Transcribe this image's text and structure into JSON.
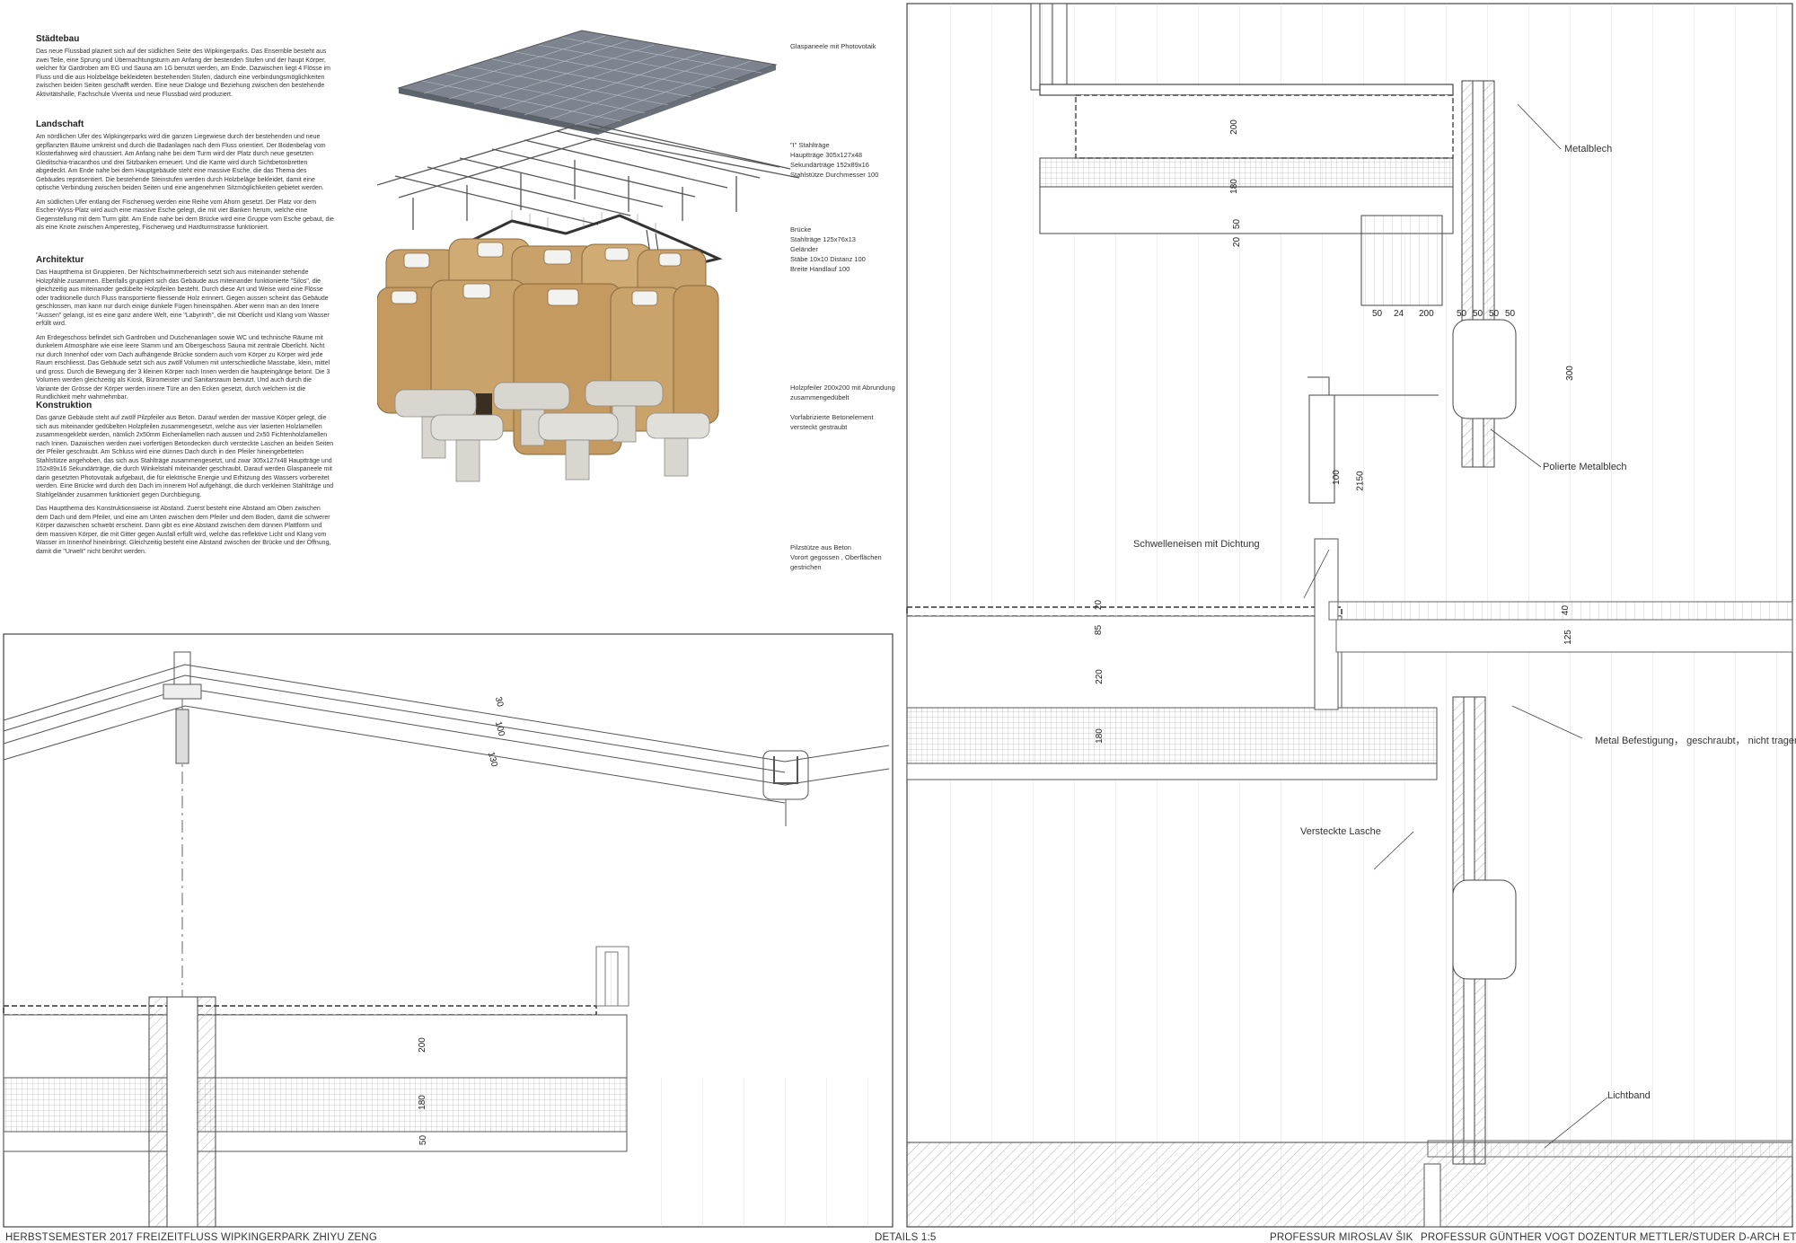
{
  "text": {
    "staedtebau": {
      "title": "Städtebau",
      "body": "Das neue Flussbad plaziert sich auf der südlichen Seite des Wipkingerparks. Das Ensemble besteht aus zwei Teile, eine Sprung und Übernachtungsturm am Anfang der bestenden Stufen und der haupt Körper, welcher für Gardroben am EG und Sauna am 1G benutzt werden, am Ende. Dazwischen liegt 4 Flösse im Fluss und die aus Holzbeläge bekleideten bestehenden Stufen, dadurch eine verbindungsmöglichkeiten zwischen beiden Seiten geschafft werden. Eine neue Dialoge und Beziehung zwischen den bestehende Aktivitätshalle, Fachschule Viventa und neue Flussbad wird produziert."
    },
    "landschaft": {
      "title": "Landschaft",
      "body1": "Am nördlichen Ufer des Wipkingerparks wird die ganzen Liegewiese durch der bestehenden und neue gepflanzten Bäume umkreist und durch die Badanlagen nach dem Fluss orientiert. Der Bodenbelag vom Klosterfahrweg wird chaussiert. Am Anfang nahe bei dem Turm wird der Platz durch neue gesetzten Gleditschia-triacanthos und drei Sitzbanken erneuert. Und die Kante wird durch Sichtbetonbretten abgedeckt. Am Ende nahe bei dem Hauptgebäude steht eine massive Esche, die das Thema des Gebäudes repräsentiert. Die bestehende Steinstufen werden durch Holzbeläge bekleidet, damit eine optische Verbindung zwischen beiden Seiten und eine angenehmen Sitzmöglichkeiten gebietet werden.",
      "body2": "Am südlichen Ufer entlang der Fischerweg werden eine Reihe vom Ahorn gesetzt. Der Platz vor dem Escher-Wyss-Platz wird auch eine massive Esche gelegt, die mit vier Banken herum, welche eine Gegenstellung mit dem Turm gibt. Am Ende nahe bei dem Brücke wird eine Gruppe vom Esche gebaut, die als eine Knote zwischen Amperesteg, Fischerweg und Hardturmstrasse funktioniert."
    },
    "architektur": {
      "title": "Architektur",
      "body1": "Das Hauptthema ist Gruppieren. Der Nichtschwimmerbereich setzt sich aus miteinander stehende Holzpfähle zusammen. Ebenfalls gruppiert sich das Gebäude aus miteinander funktionierte \"Silos\", die gleichzeitig aus miteinander gedübelte Holzpfeilen besteht. Durch diese Art und Weise wird eine Flösse oder traditionelle durch Fluss transportierte fliessende Holz erinnert. Gegen aussen scheint das Gebäude geschlossen, man kann nur durch einige dunkele Fügen hineinspähen. Aber wenn man an den Innere \"Aussen\" gelangt, ist es eine ganz andere Welt, eine \"Labyrinth\", die mit Oberlicht und Klang vom Wasser erfüllt wird.",
      "body2": "Am Erdegeschoss befindet sich Gardroben und Duschenanlagen sowie WC und technische Räume mit dunkelem Atmosphäre wie eine leere Stamm und am Obergeschoss Sauna mit zentrale Oberlicht. Nicht nur durch Innenhof oder vom Dach aufhängende Brücke sondern auch vom Körper zu Körper wird jede Raum erschliesst. Das Gebäude setzt sich aus zwölf Volumen mit unterschiedliche Masstabe, klein, mittel und gross. Durch die Bewegung der 3 kleinen Körper nach Innen werden die haupteingänge betont. Die 3 Volumen werden gleichzeitig als Kiosk, Büromeister und Sanitarsraum benutzt. Und auch durch die Variante der Grösse der Körper werden innere Türe an den Ecken gesetzt, durch welchem ist die Rundlichkeit mehr wahrnehmbar."
    },
    "konstruktion": {
      "title": "Konstruktion",
      "body1": "Das ganze Gebäude steht auf zwölf Pilzpfeiler aus Beton. Darauf werden der massive Körper gelegt, die sich aus miteinander gedübelten Holzpfeilen zusammengesetzt, welche aus vier lasierten Holzlamellen zusammengeklebt werden, nämlich 2x50mm Eichenlamellen nach aussen und 2x50 Fichtenholzlamellen nach Innen. Dazwischen werden zwei vorfertigen Betondecken durch versteckte Laschen an beiden Seiten der Pfeiler geschraubt. Am Schluss wird eine dünnes Dach durch in den Pfeiler hineingebetteten Stahlstütze angehoben, das sich aus Stahlträge zusammengesetzt, und zwar 305x127x48 Hauptträge und 152x89x16 Sekundärträge, die durch Winkelstahl miteinander geschraubt. Darauf werden Glaspaneele mit darin gesetzten Photovotaik aufgebaut, die für elektrische Energie und Erhitzung des Wassers vorbereitet werden. Eine Brücke wird durch den Dach im innerem Hof aufgehängt, die durch verkleinen Stahlträge und Stahlgeländer zusammen funktioniert gegen Durchbiegung.",
      "body2": "Das Hauptthema des Konstruktionsweise ist Abstand. Zuerst besteht eine Abstand am Oben zwischen dem Dach und dem Pfeiler, und eine am Unten zwischen dem Pfeiler und dem Boden, damit die schwerer Körper dazwischen schwebt erscheint. Dann gibt es eine Abstand zwischen dem dünnen Plattform und dem massiven Körper, die mit Gitter gegen Ausfall erfüllt wird, welche das reflektive Licht und Klang vom Wasser im Innenhof hineinbringt. Gleichzeitig besteht eine Abstand zwischen der Brücke und der Öffnung, damit die \"Urwelt\" nicht berührt werden."
    }
  },
  "layers": {
    "glass": "Glaspaneele mit Photovotaik",
    "steel": "\"I\" Stahlträge\nHauptträge 305x127x48\nSekundärträge 152x89x16\nStahlstütze Durchmesser 100",
    "bridge": "Brücke\nStahlträge 125x76x13\nGeländer\nStäbe 10x10 Distanz 100\nBreite Handlauf 100",
    "wood": "Holzpfeiler 200x200 mit Abrundung zusammengedübelt\n\nVorfabrizierte Betonelement versteckt gestraubt",
    "pilz": "Pilzstütze aus Beton\nVorort gegossen , Oberflächen gestrichen"
  },
  "annotations": {
    "metalblech": "Metalblech",
    "polierte": "Polierte Metalblech",
    "schwelleneisen": "Schwelleneisen mit Dichtung",
    "befestigung": "Metal Befestigung， geschraubt， nicht tragend",
    "lasche": "Versteckte Lasche",
    "lichtband": "Lichtband"
  },
  "dims": {
    "d200a": "200",
    "d180a": "180",
    "d50a": "50",
    "d20a": "20",
    "d50b": "50",
    "d24": "24",
    "d200b": "200",
    "d50c": "50",
    "d50d": "50",
    "d50e": "50",
    "d50f": "50",
    "d300": "300",
    "d100": "100",
    "d2150": "2150",
    "d20b": "20",
    "d85": "85",
    "d220": "220",
    "d180b": "180",
    "d40": "40",
    "d125": "125",
    "r30": "30",
    "r100": "100",
    "r130": "130",
    "s200": "200",
    "s180": "180",
    "s50": "50"
  },
  "footer": {
    "left": "HERBSTSEMESTER 2017 FREIZEITFLUSS WIPKINGERPARK ZHIYU ZENG",
    "center": "DETAILS 1:5",
    "prof1": "PROFESSUR MIROSLAV ŠIK",
    "prof2": "PROFESSUR GÜNTHER VOGT DOZENTUR METTLER/STUDER D-ARCH ETH"
  },
  "colors": {
    "line": "#444444",
    "wood": "#c9a26b",
    "wood_dark": "#a9844f",
    "concrete": "#d9d6d0",
    "glass": "#7d8490"
  }
}
